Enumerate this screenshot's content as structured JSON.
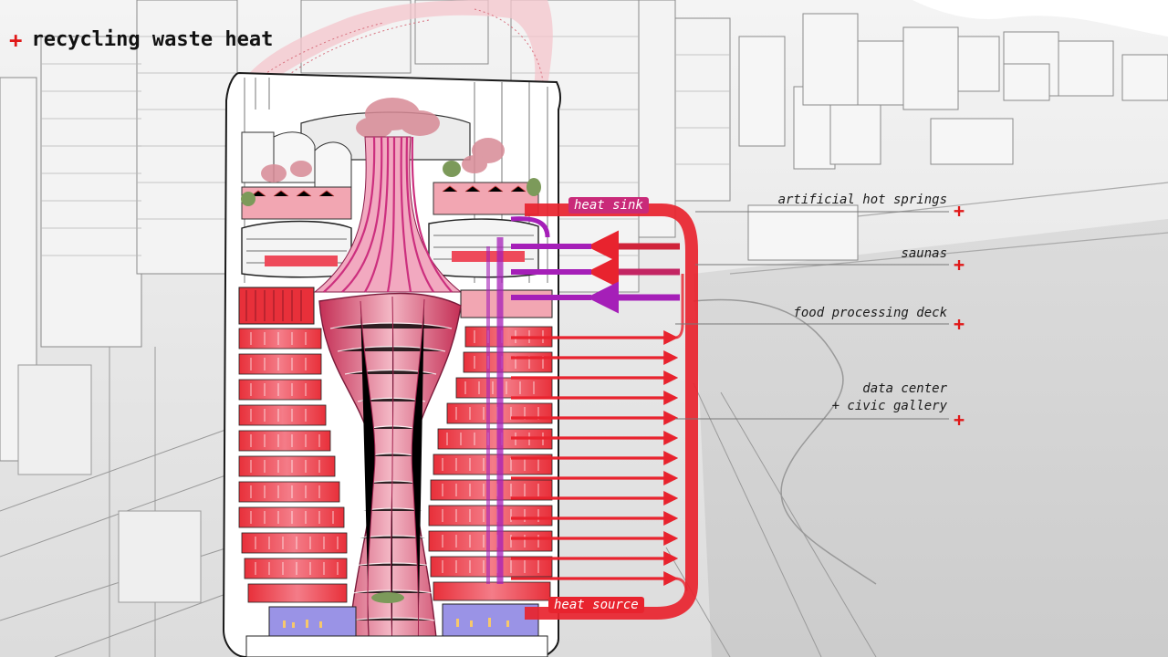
{
  "title": {
    "marker": "+",
    "text": "recycling waste heat"
  },
  "diagram": {
    "labels": {
      "heat_sink": "heat sink",
      "heat_source": "heat source"
    },
    "callouts": [
      {
        "id": "hot-springs",
        "lines": [
          "artificial hot springs"
        ],
        "marker": "+"
      },
      {
        "id": "saunas",
        "lines": [
          "saunas"
        ],
        "marker": "+"
      },
      {
        "id": "food-deck",
        "lines": [
          "food processing deck"
        ],
        "marker": "+"
      },
      {
        "id": "data-center",
        "lines": [
          "data center",
          "+ civic gallery"
        ],
        "marker": "+"
      }
    ],
    "colors": {
      "heat_red": "#e8232e",
      "sink_purple": "#a51fb8",
      "magenta": "#d23a86",
      "accent_red": "#e01818",
      "pink_fill": "#f2a6b2",
      "data_center_blue": "#9a93e6"
    }
  }
}
